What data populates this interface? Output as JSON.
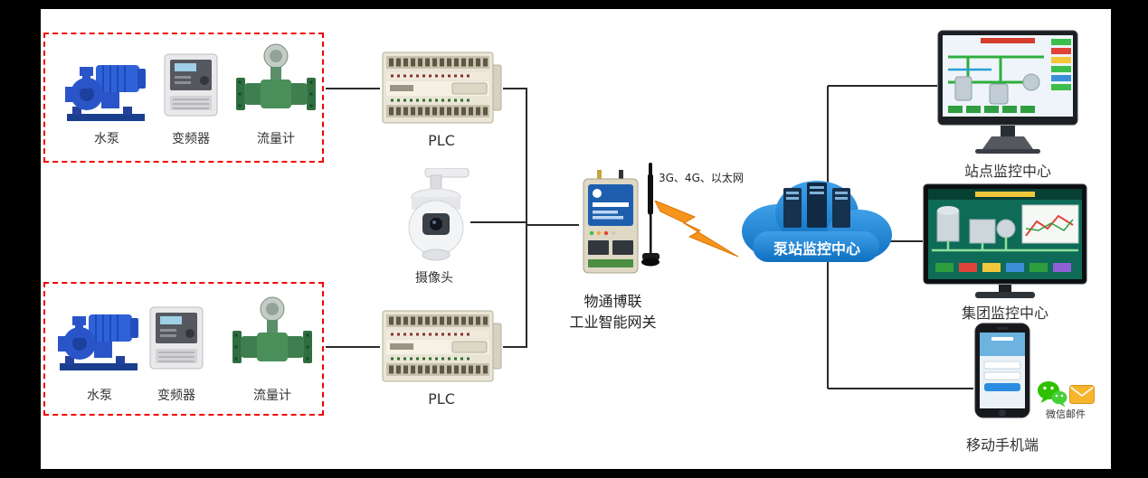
{
  "colors": {
    "background": "#000000",
    "canvas": "#ffffff",
    "dashed_box_red": "#f20000",
    "connector_line": "#2a2a2a",
    "cloud_blue": "#1583d0",
    "lightning_orange": "#f7941d",
    "wechat_green": "#2dc100",
    "mail_yellow": "#f6b52d"
  },
  "group1": {
    "pump_label": "水泵",
    "vfd_label": "变频器",
    "flowmeter_label": "流量计"
  },
  "group2": {
    "pump_label": "水泵",
    "vfd_label": "变频器",
    "flowmeter_label": "流量计"
  },
  "middle": {
    "plc1_label": "PLC",
    "camera_label": "摄像头",
    "plc2_label": "PLC"
  },
  "gateway": {
    "connectivity_label": "3G、4G、以太网",
    "name_line1": "物通博联",
    "name_line2": "工业智能网关"
  },
  "cloud": {
    "label": "泵站监控中心"
  },
  "right": {
    "site_monitor_label": "站点监控中心",
    "group_monitor_label": "集团监控中心",
    "mobile_label": "移动手机端",
    "channels_label": "微信邮件"
  },
  "icons": {
    "antenna": "antenna-icon",
    "lightning": "lightning-bolt-icon",
    "cloud": "cloud-icon",
    "servers": "server-rack-icons",
    "wechat": "wechat-icon",
    "mail": "mail-icon"
  }
}
